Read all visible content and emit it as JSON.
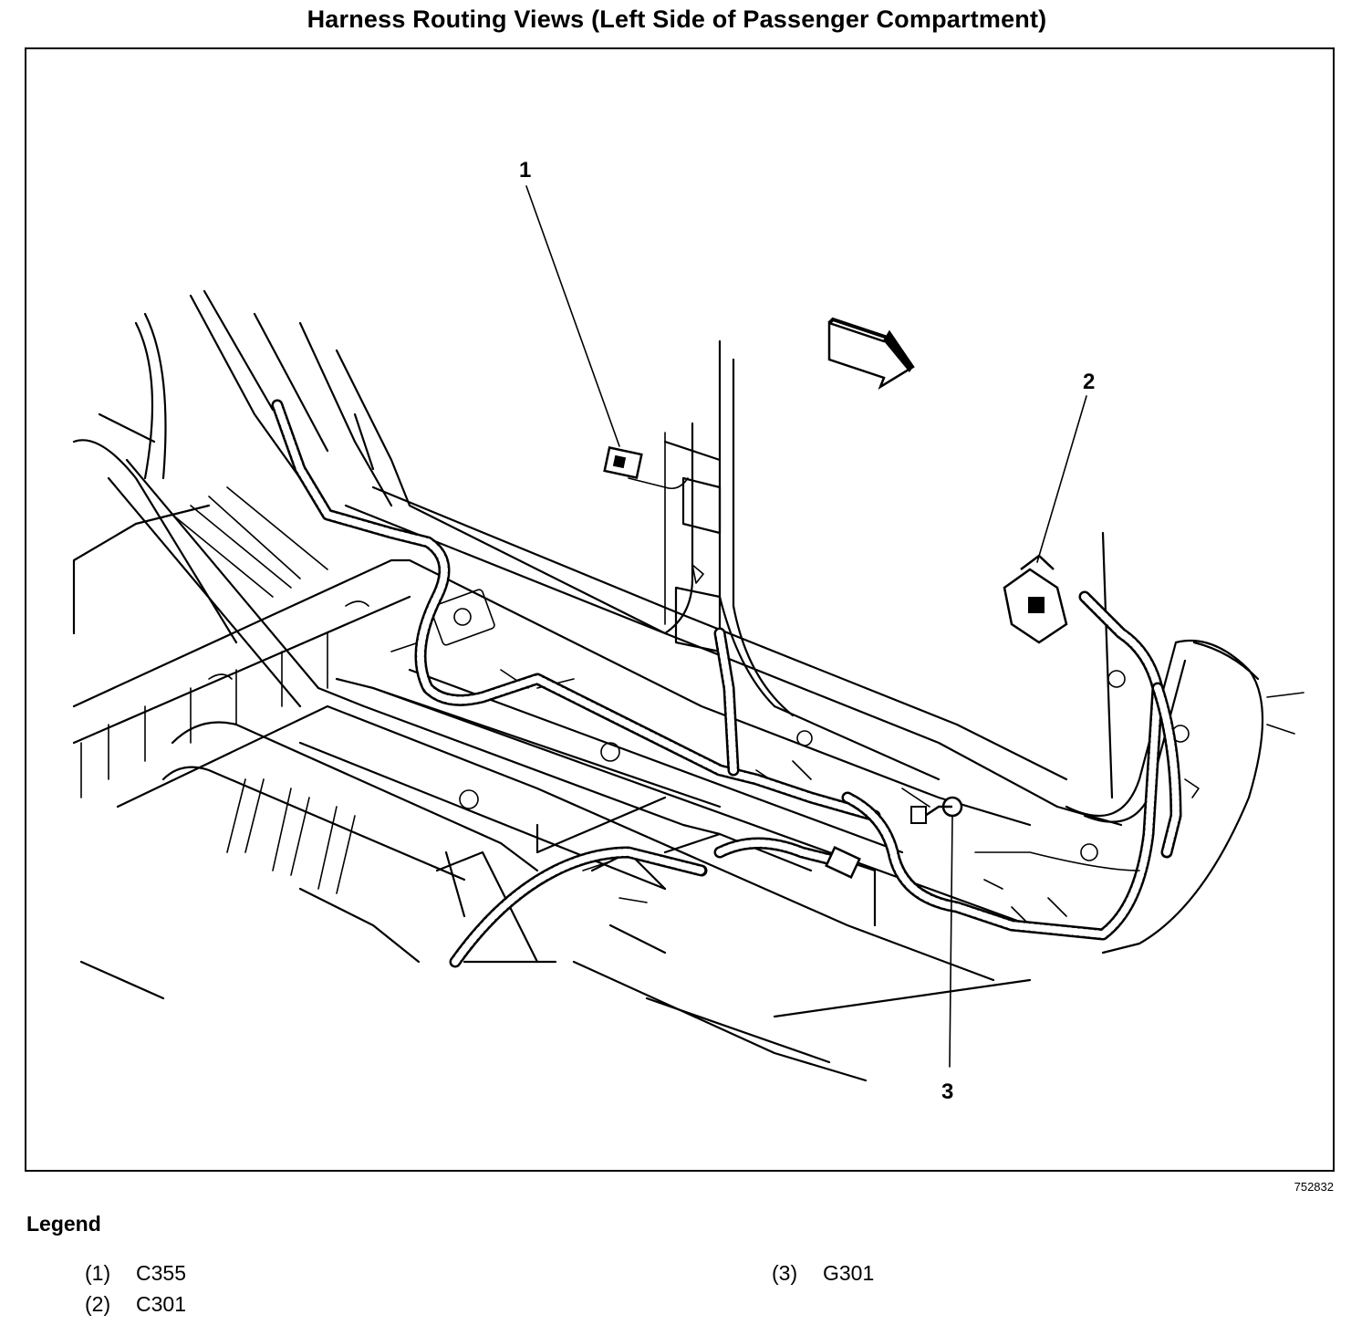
{
  "title": "Harness Routing Views (Left Side of Passenger Compartment)",
  "figure_id": "752832",
  "callouts": [
    {
      "label": "1"
    },
    {
      "label": "2"
    },
    {
      "label": "3"
    }
  ],
  "legend": {
    "heading": "Legend",
    "items": [
      {
        "num": "(1)",
        "text": "C355"
      },
      {
        "num": "(2)",
        "text": "C301"
      },
      {
        "num": "(3)",
        "text": "G301"
      }
    ]
  }
}
